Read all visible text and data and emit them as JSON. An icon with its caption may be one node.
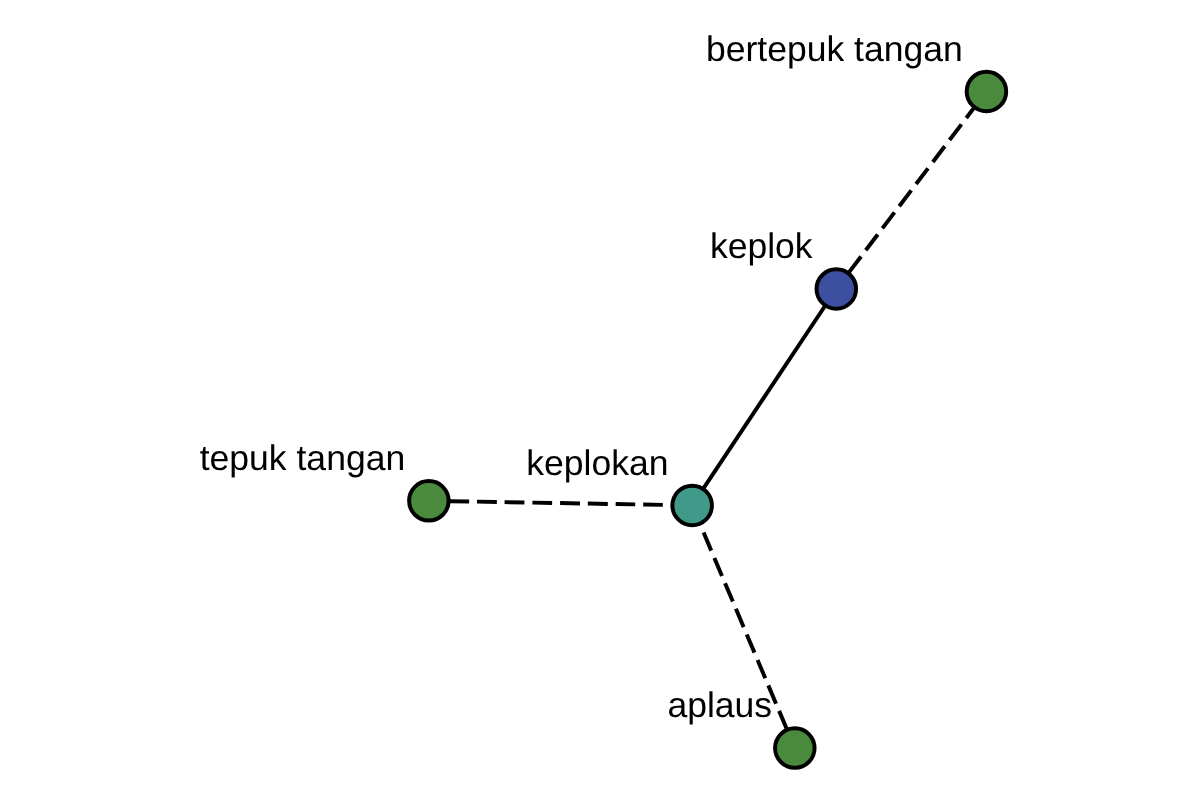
{
  "diagram": {
    "nodes": [
      {
        "text": [
          "tepuk tangan"
        ]
      },
      {
        "text": [
          "keplokan"
        ]
      },
      {
        "text": [
          "aplaus"
        ]
      },
      {
        "text": [
          "keplok"
        ]
      },
      {
        "text": [
          "bertepuk tangan"
        ]
      }
    ],
    "edges": [
      {
        "from": 0,
        "to": 1,
        "arrow": "none",
        "style": "dashed"
      },
      {
        "from": 2,
        "to": 1,
        "arrow": "none",
        "style": "dashed"
      },
      {
        "from": 1,
        "to": 3,
        "arrow": "none"
      },
      {
        "from": 3,
        "to": 4,
        "arrow": "none",
        "style": "dashed"
      }
    ]
  }
}
